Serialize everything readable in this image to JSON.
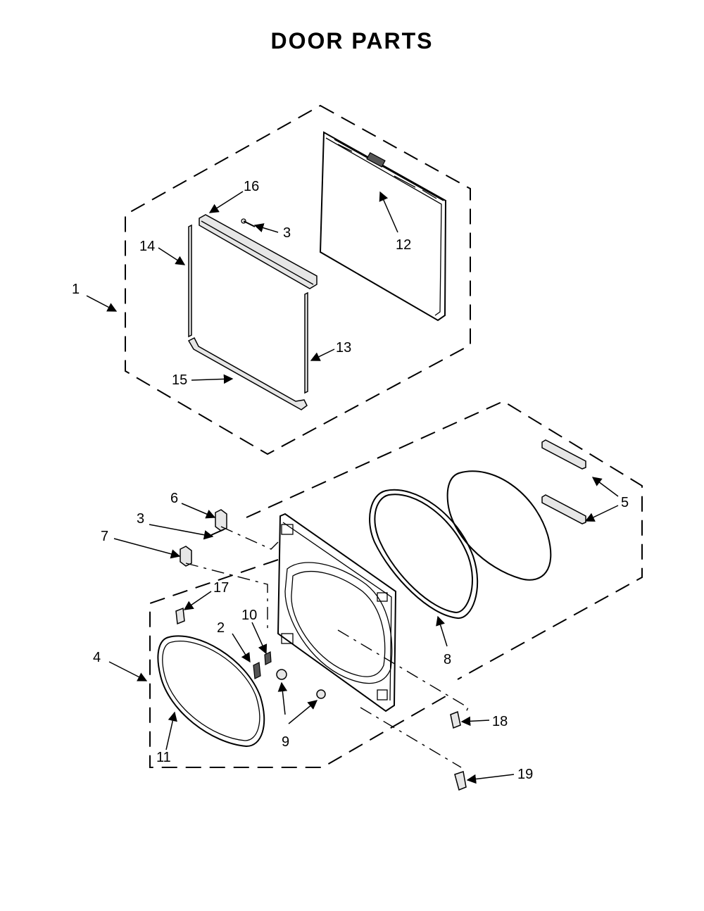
{
  "title": "DOOR PARTS",
  "callouts": [
    "1",
    "2",
    "3",
    "3",
    "4",
    "5",
    "6",
    "7",
    "8",
    "9",
    "10",
    "11",
    "12",
    "13",
    "14",
    "15",
    "16",
    "17",
    "18",
    "19"
  ]
}
